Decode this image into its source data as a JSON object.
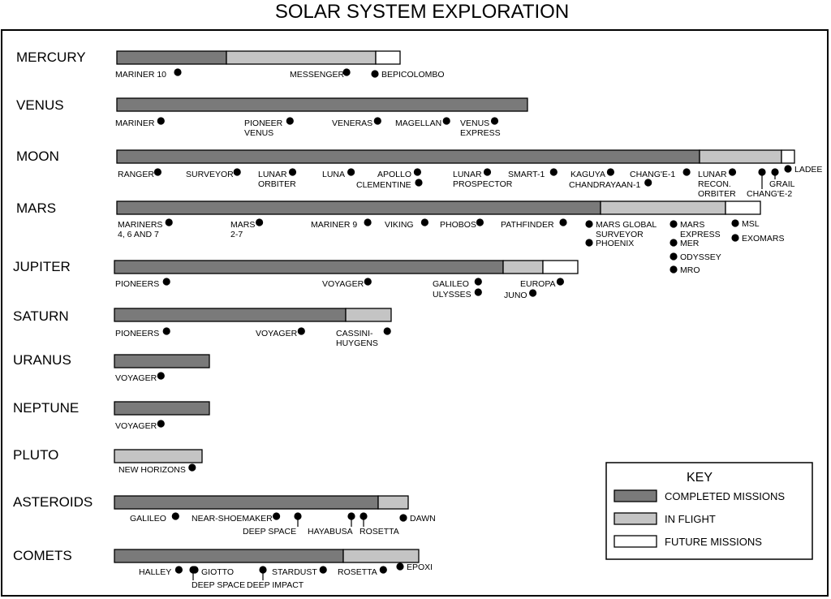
{
  "title": "SOLAR SYSTEM EXPLORATION",
  "colors": {
    "completed": "#7a7a7a",
    "in_flight": "#c4c4c4",
    "future": "#ffffff",
    "dot": "#000000"
  },
  "key": {
    "heading": "KEY",
    "entries": [
      {
        "label": "COMPLETED MISSIONS",
        "status": "completed"
      },
      {
        "label": "IN FLIGHT",
        "status": "in_flight"
      },
      {
        "label": "FUTURE MISSIONS",
        "status": "future"
      }
    ]
  },
  "targets": [
    {
      "name": "MERCURY",
      "missions": [
        {
          "label": [
            "MARINER 10"
          ]
        },
        {
          "label": [
            "MESSENGER"
          ]
        },
        {
          "label": [
            "BEPICOLOMBO"
          ]
        }
      ]
    },
    {
      "name": "VENUS",
      "missions": [
        {
          "label": [
            "MARINER"
          ]
        },
        {
          "label": [
            "PIONEER",
            "VENUS"
          ]
        },
        {
          "label": [
            "VENERAS"
          ]
        },
        {
          "label": [
            "MAGELLAN"
          ]
        },
        {
          "label": [
            "VENUS",
            "EXPRESS"
          ]
        }
      ]
    },
    {
      "name": "MOON",
      "missions": [
        {
          "label": [
            "RANGER"
          ]
        },
        {
          "label": [
            "SURVEYOR"
          ]
        },
        {
          "label": [
            "LUNAR",
            "ORBITER"
          ]
        },
        {
          "label": [
            "LUNA"
          ]
        },
        {
          "label": [
            "APOLLO"
          ]
        },
        {
          "label": [
            "CLEMENTINE"
          ]
        },
        {
          "label": [
            "LUNAR",
            "PROSPECTOR"
          ]
        },
        {
          "label": [
            "SMART-1"
          ]
        },
        {
          "label": [
            "KAGUYA"
          ]
        },
        {
          "label": [
            "CHANDRAYAAN-1"
          ]
        },
        {
          "label": [
            "CHANG'E-1"
          ]
        },
        {
          "label": [
            "LUNAR",
            "RECON.",
            "ORBITER"
          ]
        },
        {
          "label": [
            "GRAIL"
          ]
        },
        {
          "label": [
            "CHANG'E-2"
          ]
        },
        {
          "label": [
            "LADEE"
          ]
        }
      ]
    },
    {
      "name": "MARS",
      "missions": [
        {
          "label": [
            "MARINERS",
            "4, 6 AND 7"
          ]
        },
        {
          "label": [
            "MARS",
            "2-7"
          ]
        },
        {
          "label": [
            "MARINER 9"
          ]
        },
        {
          "label": [
            "VIKING"
          ]
        },
        {
          "label": [
            "PHOBOS"
          ]
        },
        {
          "label": [
            "PATHFINDER"
          ]
        },
        {
          "label": [
            "MARS GLOBAL",
            "SURVEYOR"
          ]
        },
        {
          "label": [
            "PHOENIX"
          ]
        },
        {
          "label": [
            "MARS",
            "EXPRESS"
          ]
        },
        {
          "label": [
            "MER"
          ]
        },
        {
          "label": [
            "ODYSSEY"
          ]
        },
        {
          "label": [
            "MRO"
          ]
        },
        {
          "label": [
            "MSL"
          ]
        },
        {
          "label": [
            "EXOMARS"
          ]
        }
      ]
    },
    {
      "name": "JUPITER",
      "missions": [
        {
          "label": [
            "PIONEERS"
          ]
        },
        {
          "label": [
            "VOYAGER"
          ]
        },
        {
          "label": [
            "GALILEO"
          ]
        },
        {
          "label": [
            "ULYSSES"
          ]
        },
        {
          "label": [
            "EUROPA"
          ]
        },
        {
          "label": [
            "JUNO"
          ]
        }
      ]
    },
    {
      "name": "SATURN",
      "missions": [
        {
          "label": [
            "PIONEERS"
          ]
        },
        {
          "label": [
            "VOYAGER"
          ]
        },
        {
          "label": [
            "CASSINI-",
            "HUYGENS"
          ]
        }
      ]
    },
    {
      "name": "URANUS",
      "missions": [
        {
          "label": [
            "VOYAGER"
          ]
        }
      ]
    },
    {
      "name": "NEPTUNE",
      "missions": [
        {
          "label": [
            "VOYAGER"
          ]
        }
      ]
    },
    {
      "name": "PLUTO",
      "missions": [
        {
          "label": [
            "NEW HORIZONS"
          ]
        }
      ]
    },
    {
      "name": "ASTEROIDS",
      "missions": [
        {
          "label": [
            "GALILEO"
          ]
        },
        {
          "label": [
            "NEAR-SHOEMAKER"
          ]
        },
        {
          "label": [
            "DEEP SPACE"
          ]
        },
        {
          "label": [
            "HAYABUSA"
          ]
        },
        {
          "label": [
            "ROSETTA"
          ]
        },
        {
          "label": [
            "DAWN"
          ]
        }
      ]
    },
    {
      "name": "COMETS",
      "missions": [
        {
          "label": [
            "HALLEY"
          ]
        },
        {
          "label": [
            "GIOTTO"
          ]
        },
        {
          "label": [
            "DEEP SPACE"
          ]
        },
        {
          "label": [
            "DEEP IMPACT"
          ]
        },
        {
          "label": [
            "STARDUST"
          ]
        },
        {
          "label": [
            "ROSETTA"
          ]
        },
        {
          "label": [
            "EPOXI"
          ]
        }
      ]
    }
  ]
}
